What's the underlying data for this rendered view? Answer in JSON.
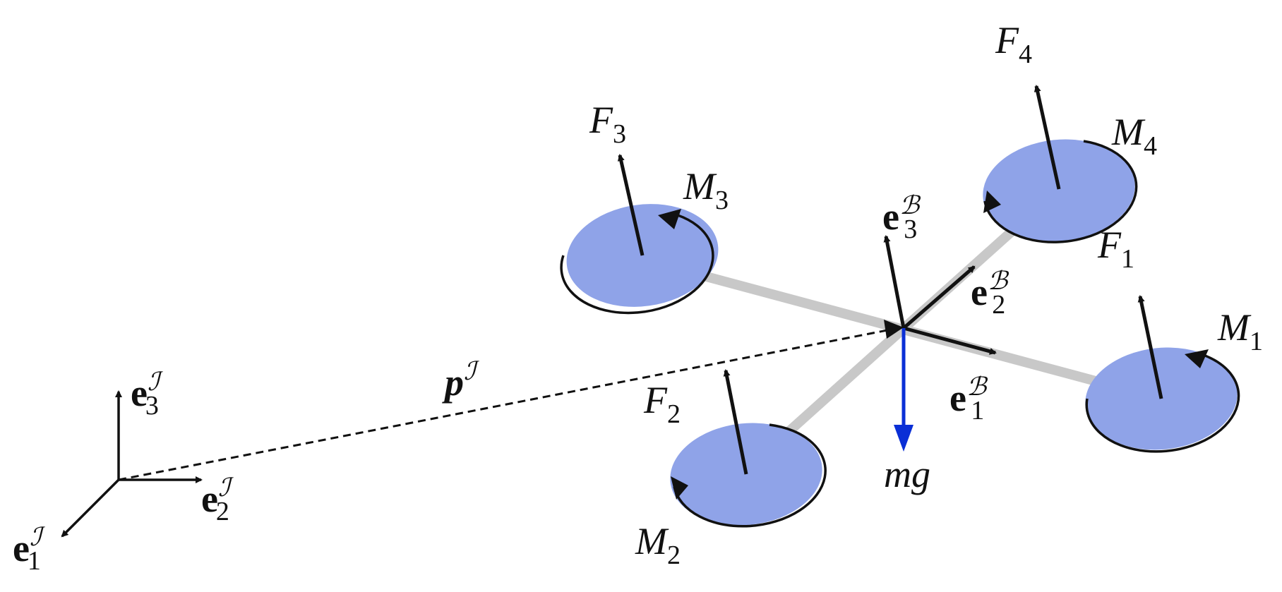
{
  "diagram": {
    "colors": {
      "rotor": "#8fa3e8",
      "arm": "#c8c8c8",
      "vector": "#111111",
      "gravity": "#0a2fd6"
    },
    "labels": {
      "F1": {
        "main": "F",
        "sub": "1"
      },
      "F2": {
        "main": "F",
        "sub": "2"
      },
      "F3": {
        "main": "F",
        "sub": "3"
      },
      "F4": {
        "main": "F",
        "sub": "4"
      },
      "M1": {
        "main": "M",
        "sub": "1"
      },
      "M2": {
        "main": "M",
        "sub": "2"
      },
      "M3": {
        "main": "M",
        "sub": "3"
      },
      "M4": {
        "main": "M",
        "sub": "4"
      },
      "eB1": {
        "main": "e",
        "sub": "1",
        "sup": "ℬ"
      },
      "eB2": {
        "main": "e",
        "sub": "2",
        "sup": "ℬ"
      },
      "eB3": {
        "main": "e",
        "sub": "3",
        "sup": "ℬ"
      },
      "eI1": {
        "main": "e",
        "sub": "1",
        "sup": "ℐ"
      },
      "eI2": {
        "main": "e",
        "sub": "2",
        "sup": "ℐ"
      },
      "eI3": {
        "main": "e",
        "sub": "3",
        "sup": "ℐ"
      },
      "p": {
        "main": "p",
        "sup": "ℐ"
      },
      "mg": {
        "main": "mg"
      }
    }
  }
}
